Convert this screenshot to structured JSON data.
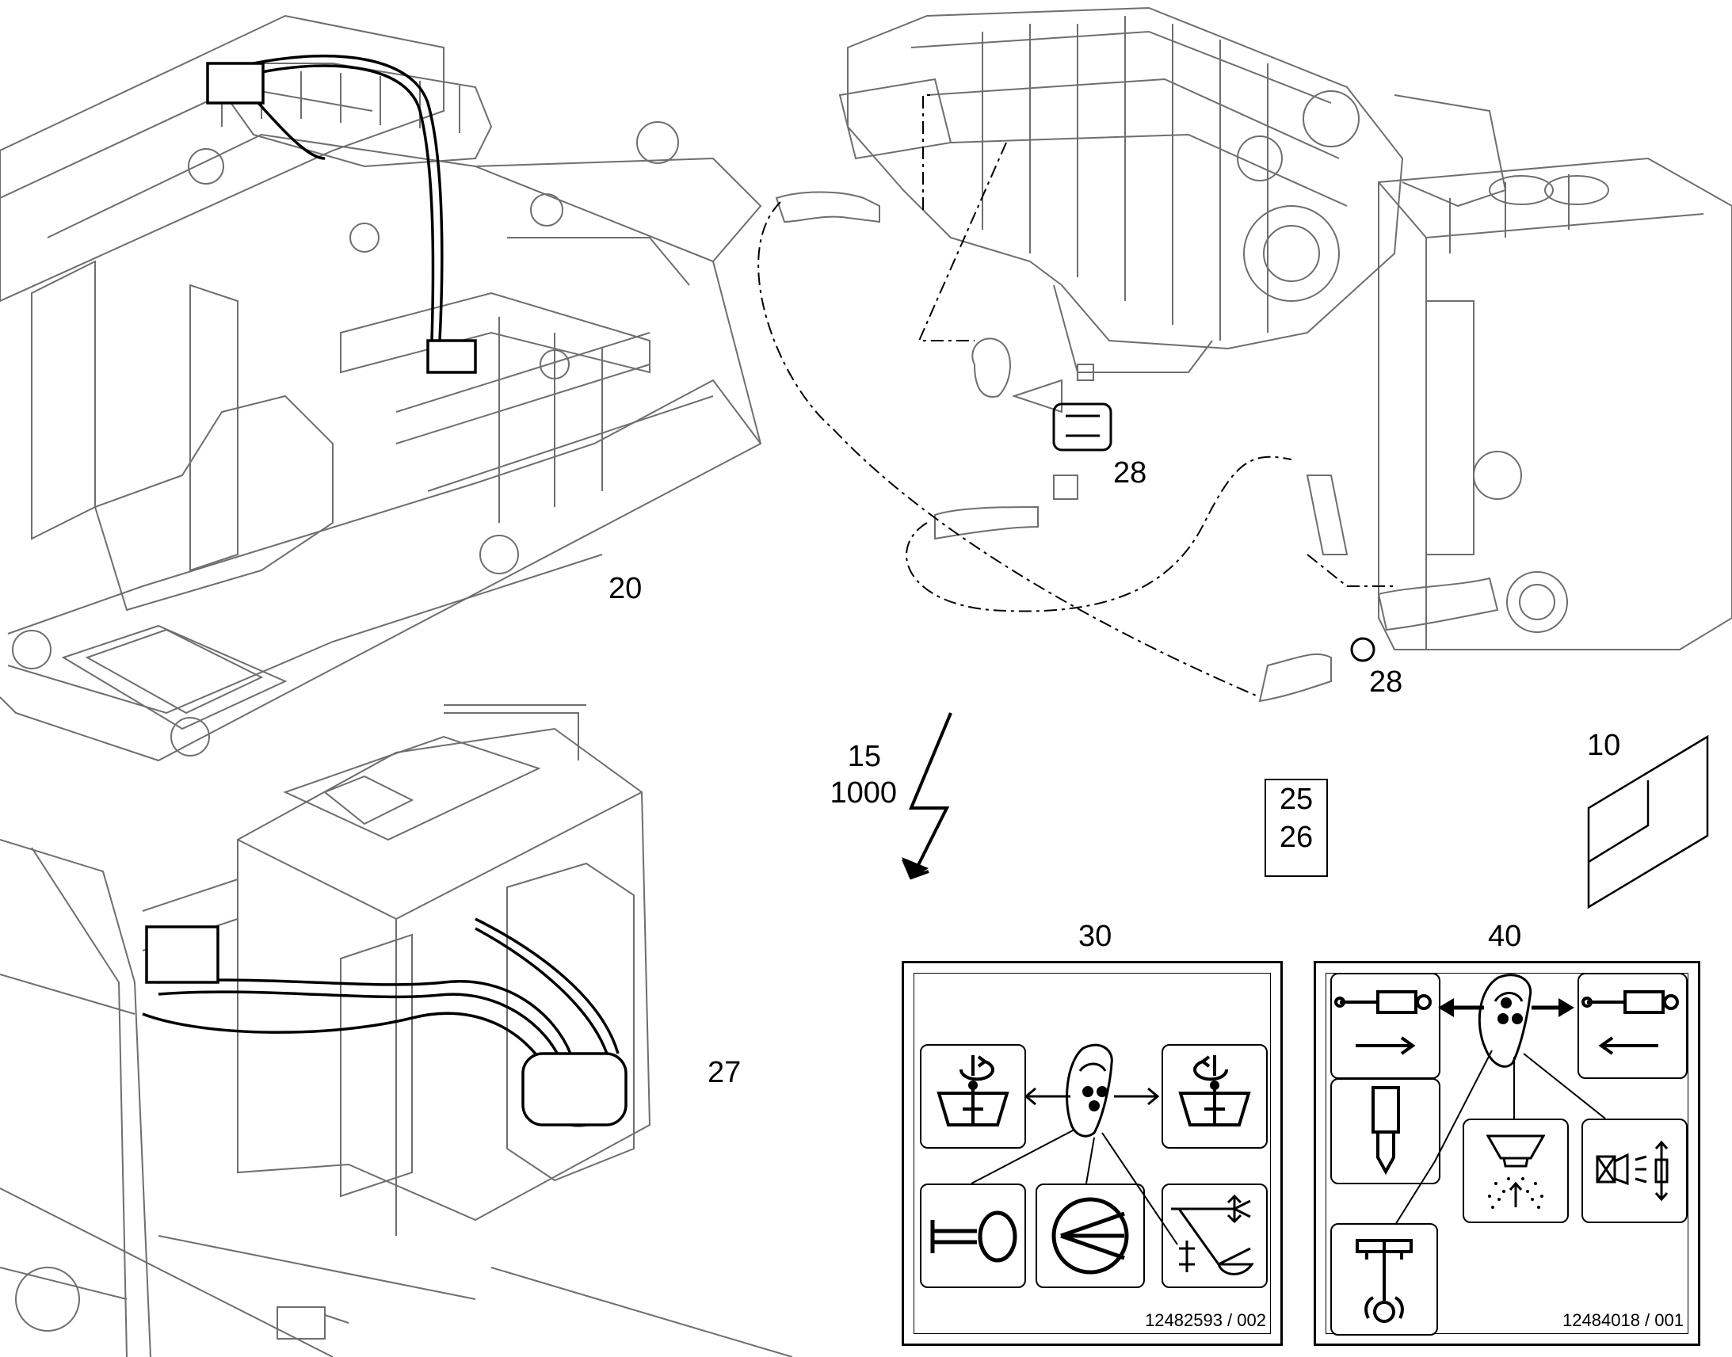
{
  "callouts": {
    "frame_assembly": "20",
    "tank_assembly": "27",
    "engine_assembly_top": "28",
    "engine_assembly_bottom": "28",
    "electrical_qty": "15",
    "electrical_length": "1000",
    "label_sheet": "10",
    "part_box_line1": "25",
    "part_box_line2": "26",
    "decal_left_number": "30",
    "decal_right_number": "40"
  },
  "decals": {
    "left": {
      "code": "12482593 / 002",
      "icons": [
        "swing-lock-left-icon",
        "joystick-icon",
        "swing-lock-right-icon",
        "horn-icon",
        "wiper-icon",
        "boom-float-icon"
      ]
    },
    "right": {
      "code": "12484018 / 001",
      "icons": [
        "cylinder-extend-icon",
        "joystick-icon",
        "cylinder-retract-icon",
        "breaker-tool-icon",
        "washer-spray-icon",
        "work-light-icon",
        "hammer-lift-icon"
      ]
    }
  },
  "colors": {
    "line": "#000000",
    "drawing": "#6e6e6e",
    "background": "#ffffff"
  }
}
